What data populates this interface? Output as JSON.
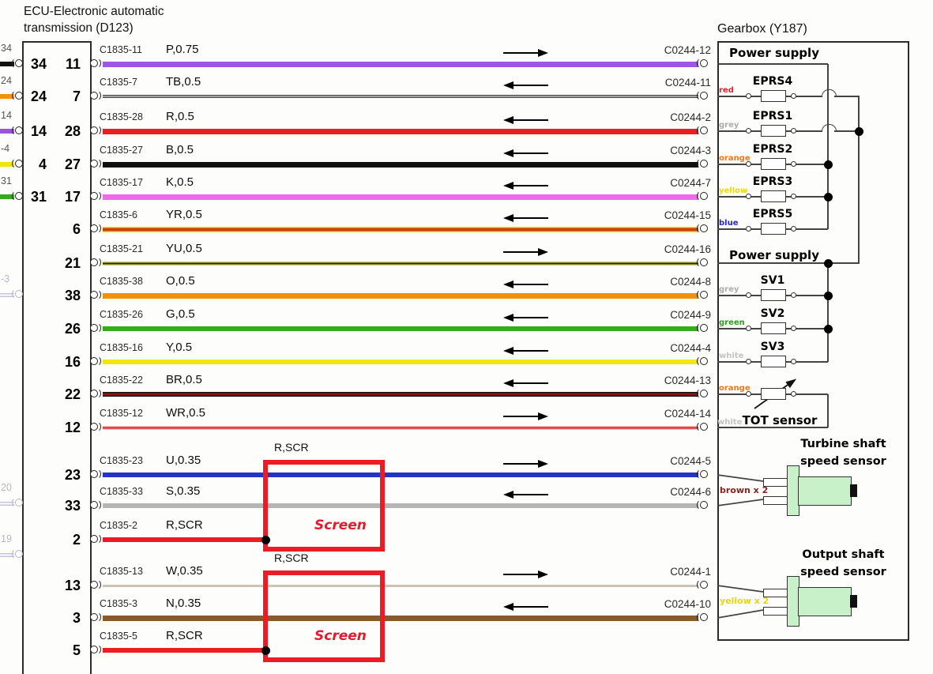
{
  "diagram": {
    "ecu": {
      "title_line1": "ECU-Electronic automatic",
      "title_line2": "transmission (D123)"
    },
    "gearbox": {
      "title": "Gearbox (Y187)",
      "power_supply_top": "Power supply",
      "power_supply_mid": "Power supply",
      "tot_label": "TOT sensor",
      "eprs": [
        {
          "name": "EPRS4",
          "wire_color_label": "red"
        },
        {
          "name": "EPRS1",
          "wire_color_label": "grey"
        },
        {
          "name": "EPRS2",
          "wire_color_label": "orange"
        },
        {
          "name": "EPRS3",
          "wire_color_label": "yellow"
        },
        {
          "name": "EPRS5",
          "wire_color_label": "blue"
        }
      ],
      "sv": [
        {
          "name": "SV1",
          "wire_color_label": "grey"
        },
        {
          "name": "SV2",
          "wire_color_label": "green"
        },
        {
          "name": "SV3",
          "wire_color_label": "white"
        }
      ],
      "tot": {
        "top_color_label": "orange",
        "bottom_color_label": "white"
      },
      "sensors": [
        {
          "title_line1": "Turbine shaft",
          "title_line2": "speed sensor",
          "wire_label": "brown x 2",
          "wire_label_color": "#8b2222"
        },
        {
          "title_line1": "Output shaft",
          "title_line2": "speed sensor",
          "wire_label": "yellow x 2",
          "wire_label_color": "#e8d50a"
        }
      ]
    },
    "wires": [
      {
        "pin_left": "34",
        "pin": "11",
        "conn": "C1835-11",
        "code": "P,0.75",
        "dest": "C0244-12",
        "color": "purple",
        "arrow": "right"
      },
      {
        "pin_left": "24",
        "pin": "7",
        "conn": "C1835-7",
        "code": "TB,0.5",
        "dest": "C0244-11",
        "color": "tb",
        "arrow": "left"
      },
      {
        "pin_left": "14",
        "pin": "28",
        "conn": "C1835-28",
        "code": "R,0.5",
        "dest": "C0244-2",
        "color": "red",
        "arrow": "left"
      },
      {
        "pin_left": "4",
        "pin": "27",
        "conn": "C1835-27",
        "code": "B,0.5",
        "dest": "C0244-3",
        "color": "black",
        "arrow": "left"
      },
      {
        "pin_left": "31",
        "pin": "17",
        "conn": "C1835-17",
        "code": "K,0.5",
        "dest": "C0244-7",
        "color": "pink",
        "arrow": "left"
      },
      {
        "pin": "6",
        "conn": "C1835-6",
        "code": "YR,0.5",
        "dest": "C0244-15",
        "color": "yr",
        "arrow": "left"
      },
      {
        "pin": "21",
        "conn": "C1835-21",
        "code": "YU,0.5",
        "dest": "C0244-16",
        "color": "yu",
        "arrow": "right"
      },
      {
        "pin": "38",
        "conn": "C1835-38",
        "code": "O,0.5",
        "dest": "C0244-8",
        "color": "orange",
        "arrow": "left"
      },
      {
        "pin": "26",
        "conn": "C1835-26",
        "code": "G,0.5",
        "dest": "C0244-9",
        "color": "green",
        "arrow": "left"
      },
      {
        "pin": "16",
        "conn": "C1835-16",
        "code": "Y,0.5",
        "dest": "C0244-4",
        "color": "yellow",
        "arrow": "left"
      },
      {
        "pin": "22",
        "conn": "C1835-22",
        "code": "BR,0.5",
        "dest": "C0244-13",
        "color": "br",
        "arrow": "left"
      },
      {
        "pin": "12",
        "conn": "C1835-12",
        "code": "WR,0.5",
        "dest": "C0244-14",
        "color": "wr",
        "arrow": "right"
      },
      {
        "pin": "23",
        "conn": "C1835-23",
        "code": "U,0.35",
        "dest": "C0244-5",
        "color": "blue",
        "arrow": "right"
      },
      {
        "pin": "33",
        "conn": "C1835-33",
        "code": "S,0.35",
        "dest": "C0244-6",
        "color": "slate",
        "arrow": "left"
      },
      {
        "pin": "2",
        "conn": "C1835-2",
        "code": "R,SCR",
        "color": "redscr",
        "screen": 1
      },
      {
        "pin": "13",
        "conn": "C1835-13",
        "code": "W,0.35",
        "dest": "C0244-1",
        "color": "white",
        "arrow": "right"
      },
      {
        "pin": "3",
        "conn": "C1835-3",
        "code": "N,0.35",
        "dest": "C0244-10",
        "color": "brown",
        "arrow": "left"
      },
      {
        "pin": "5",
        "conn": "C1835-5",
        "code": "R,SCR",
        "color": "redscr",
        "screen": 2
      }
    ],
    "stubs": [
      {
        "label": "34",
        "hex": "#111111",
        "faded": false
      },
      {
        "label": "24",
        "hex": "#f39208",
        "faded": false
      },
      {
        "label": "14",
        "hex": "#9a55e0",
        "faded": false
      },
      {
        "label": "-4",
        "hex": "#f0e40e",
        "faded": false
      },
      {
        "label": "31",
        "hex": "#38a81f",
        "faded": false
      },
      {
        "label": "-3",
        "faded": true
      },
      {
        "label": "20",
        "faded": true
      },
      {
        "label": "19",
        "faded": true
      }
    ],
    "screens": [
      {
        "wire_label": "R,SCR",
        "screen_label": "Screen"
      },
      {
        "wire_label": "R,SCR",
        "screen_label": "Screen"
      }
    ],
    "colors": {
      "screen_box": "#ed1c24",
      "screen_text": "#e8192c",
      "line": "#444444",
      "sensor_body": "#c9f1c9",
      "label_colors": {
        "red": "#e8212b",
        "grey": "#adadad",
        "orange": "#f07818",
        "yellow": "#ecd806",
        "blue": "#2525d8",
        "green": "#2f9e1e",
        "white": "#c3c3c3"
      },
      "wire_palette": {
        "purple": {
          "solid": "#a055e5",
          "h": 7
        },
        "tb": {
          "edge": "#4a4a4a",
          "center": "#fafafa",
          "h": 4
        },
        "red": {
          "solid": "#ec1c24",
          "h": 7
        },
        "black": {
          "solid": "#101010",
          "h": 7
        },
        "pink": {
          "solid": "#ee6ae8",
          "h": 7
        },
        "yr": {
          "edge": "#eedc0c",
          "center": "#c8410a",
          "h": 7
        },
        "yu": {
          "edge": "#d8d23a",
          "center": "#1c2266",
          "h": 5
        },
        "orange": {
          "solid": "#f39208",
          "h": 7
        },
        "green": {
          "solid": "#38a81f",
          "h": 6
        },
        "yellow": {
          "solid": "#f2e70c",
          "h": 6
        },
        "br": {
          "edge": "#161616",
          "center": "#8f1515",
          "h": 6
        },
        "wr": {
          "edge": "#f0bcbc",
          "center": "#dd2020",
          "h": 5
        },
        "blue": {
          "solid": "#2134c4",
          "h": 6
        },
        "slate": {
          "solid": "#b5b5b5",
          "h": 6
        },
        "redscr": {
          "solid": "#ec1c24",
          "h": 6
        },
        "white": {
          "edge": "#c9c4b4",
          "center": "#f8f6f0",
          "h": 3
        },
        "brown": {
          "solid": "#8a5a28",
          "h": 7
        },
        "stub_faded": {
          "edge": "#c3c3da",
          "center": "#ffffff",
          "h": 5
        }
      }
    }
  }
}
